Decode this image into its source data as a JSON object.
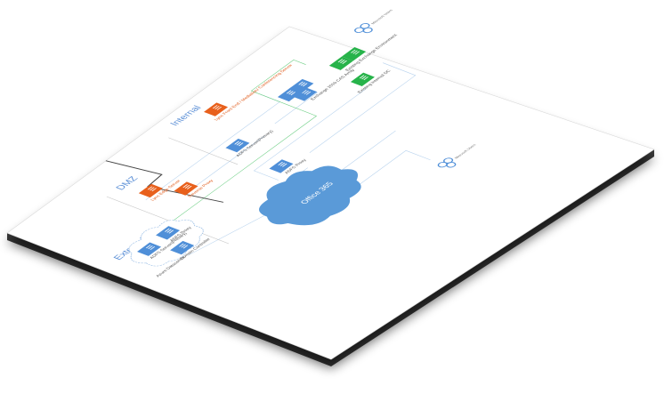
{
  "zones": {
    "external": "External",
    "dmz": "DMZ",
    "internal": "Internal"
  },
  "azure": {
    "label": "Azure Datacenter",
    "server1": "ADFS Server(Primary)",
    "server2": "ADFS Proxy",
    "server3": "Domain Controller"
  },
  "dmz_servers": {
    "lync_edge": "Lync Edge Server",
    "reverse_proxy": "Reverse Proxy"
  },
  "internal_servers": {
    "lync_front_end": "Lync Front End / Mediation/ Conferencing Server",
    "adfs_primary": "ADFS Server(Primary)",
    "adfs_proxy": "ADFS Proxy",
    "exchange_array": "Exchange 2010 CAS Array",
    "existing_dc": "Existing Internal DC",
    "existing_exchange": "Existing Exchange Environment"
  },
  "cloud": {
    "label": "Office 365"
  },
  "logos": {
    "top": "Microsoft Users",
    "bottom": "Microsoft Users"
  },
  "colors": {
    "blue_server": "#4f8fd8",
    "orange_server": "#e8601c",
    "green_server": "#27b34a",
    "cloud": "#5a9ad8",
    "line_blue": "#b8d3ee",
    "line_green": "#6fcf86"
  }
}
